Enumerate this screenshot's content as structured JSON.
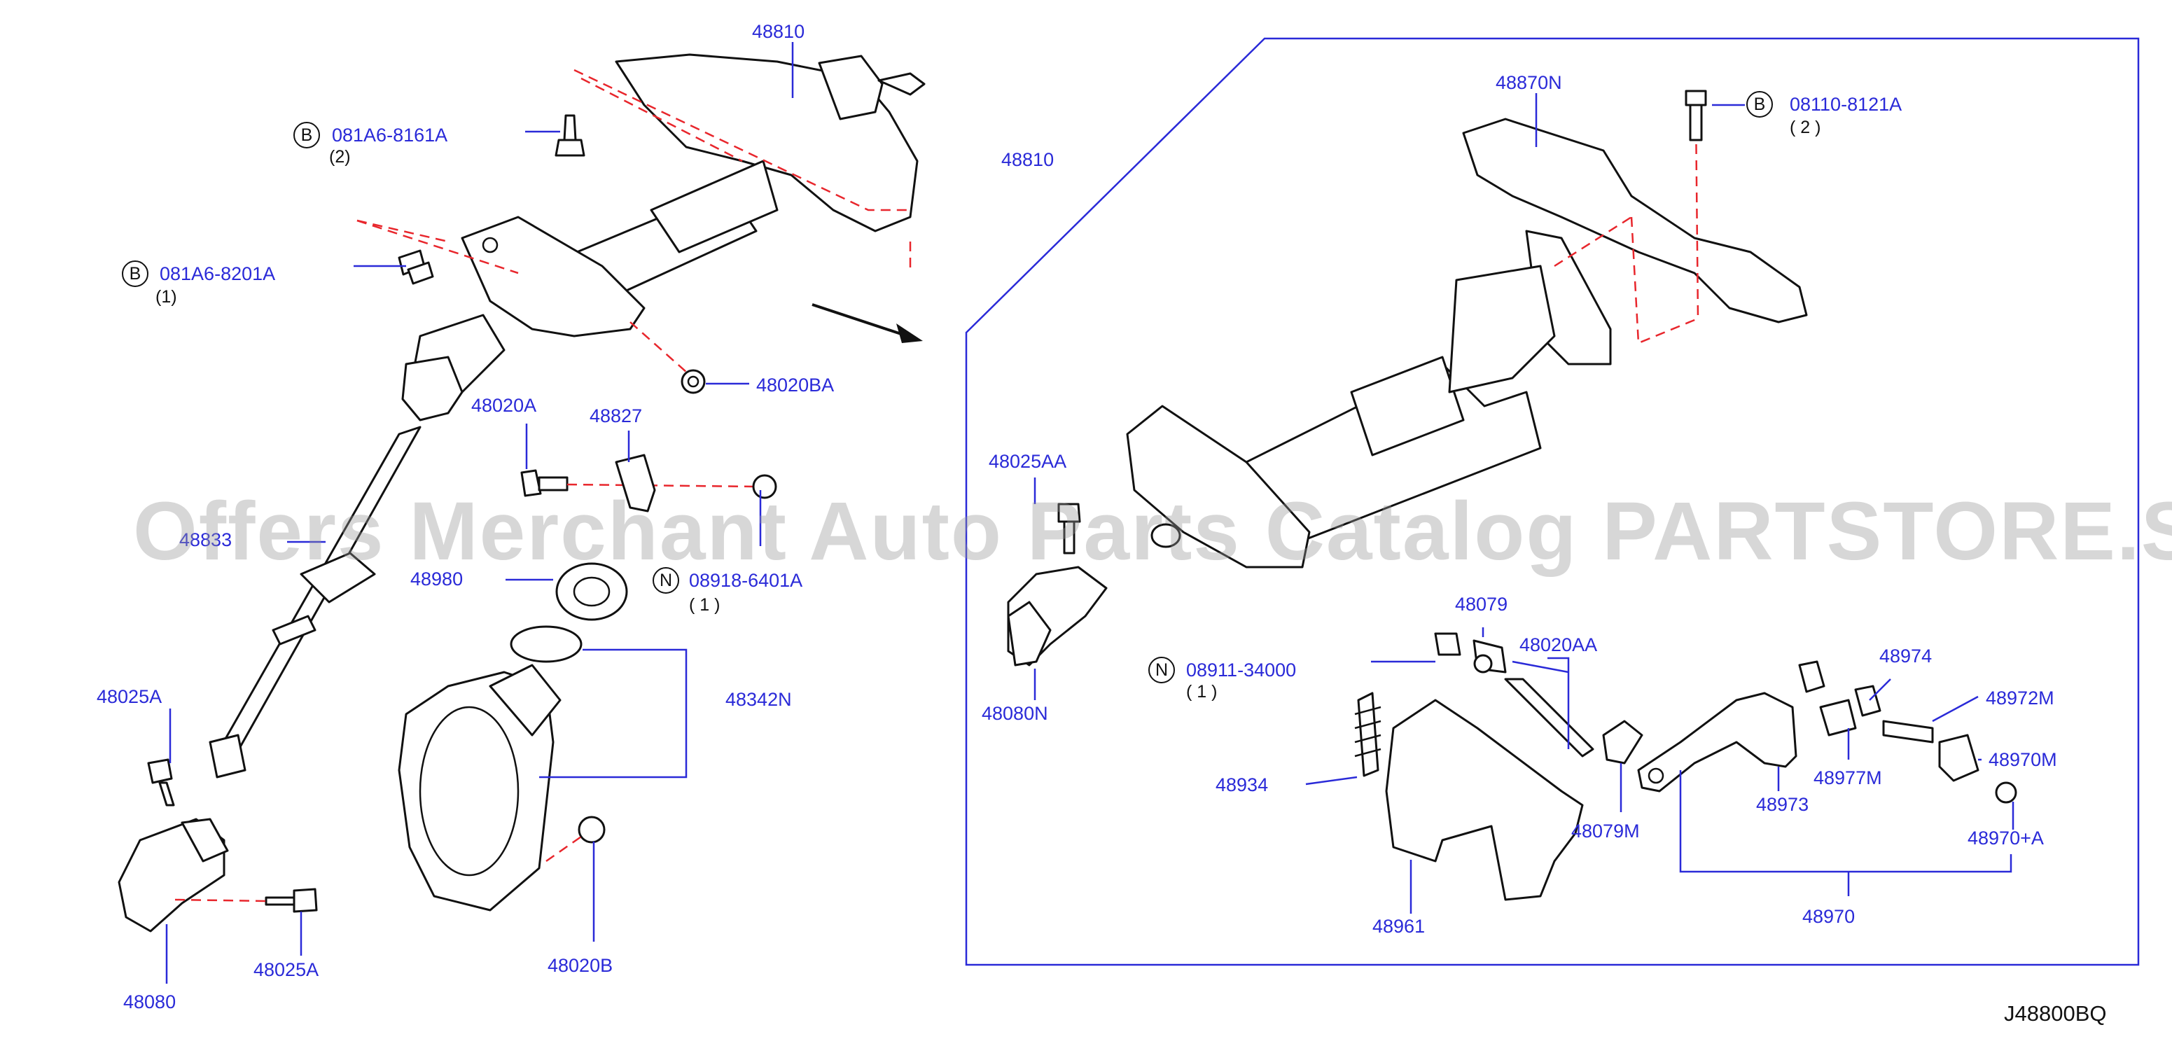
{
  "diagram": {
    "reference_code": "J48800BQ",
    "watermark": "Offers Merchant Auto Parts Catalog PARTSTORE.SA",
    "colors": {
      "label": "#2a2ad8",
      "phantom_line": "#e8262c",
      "outline": "#111111"
    },
    "parts": {
      "p48810_top": "48810",
      "p48810_box": "48810",
      "p48870N": "48870N",
      "p48020BA": "48020BA",
      "p48020A": "48020A",
      "p48827": "48827",
      "p48833": "48833",
      "p48980": "48980",
      "p48342N": "48342N",
      "p48025A_top": "48025A",
      "p48025A_bot": "48025A",
      "p48080": "48080",
      "p48020B": "48020B",
      "p48025AA": "48025AA",
      "p48080N": "48080N",
      "p48079": "48079",
      "p48020AA": "48020AA",
      "p48934": "48934",
      "p48961": "48961",
      "p48079M": "48079M",
      "p48974": "48974",
      "p48972M": "48972M",
      "p48977M": "48977M",
      "p48973": "48973",
      "p48970M": "48970M",
      "p48970A": "48970+A",
      "p48970": "48970"
    },
    "fasteners": {
      "f1": {
        "type": "B",
        "number": "081A6-8161A",
        "qty": "(2)"
      },
      "f2": {
        "type": "B",
        "number": "081A6-8201A",
        "qty": "(1)"
      },
      "f3": {
        "type": "N",
        "number": "08918-6401A",
        "qty": "( 1 )"
      },
      "f4": {
        "type": "B",
        "number": "08110-8121A",
        "qty": "( 2 )"
      },
      "f5": {
        "type": "N",
        "number": "08911-34000",
        "qty": "( 1 )"
      }
    }
  }
}
